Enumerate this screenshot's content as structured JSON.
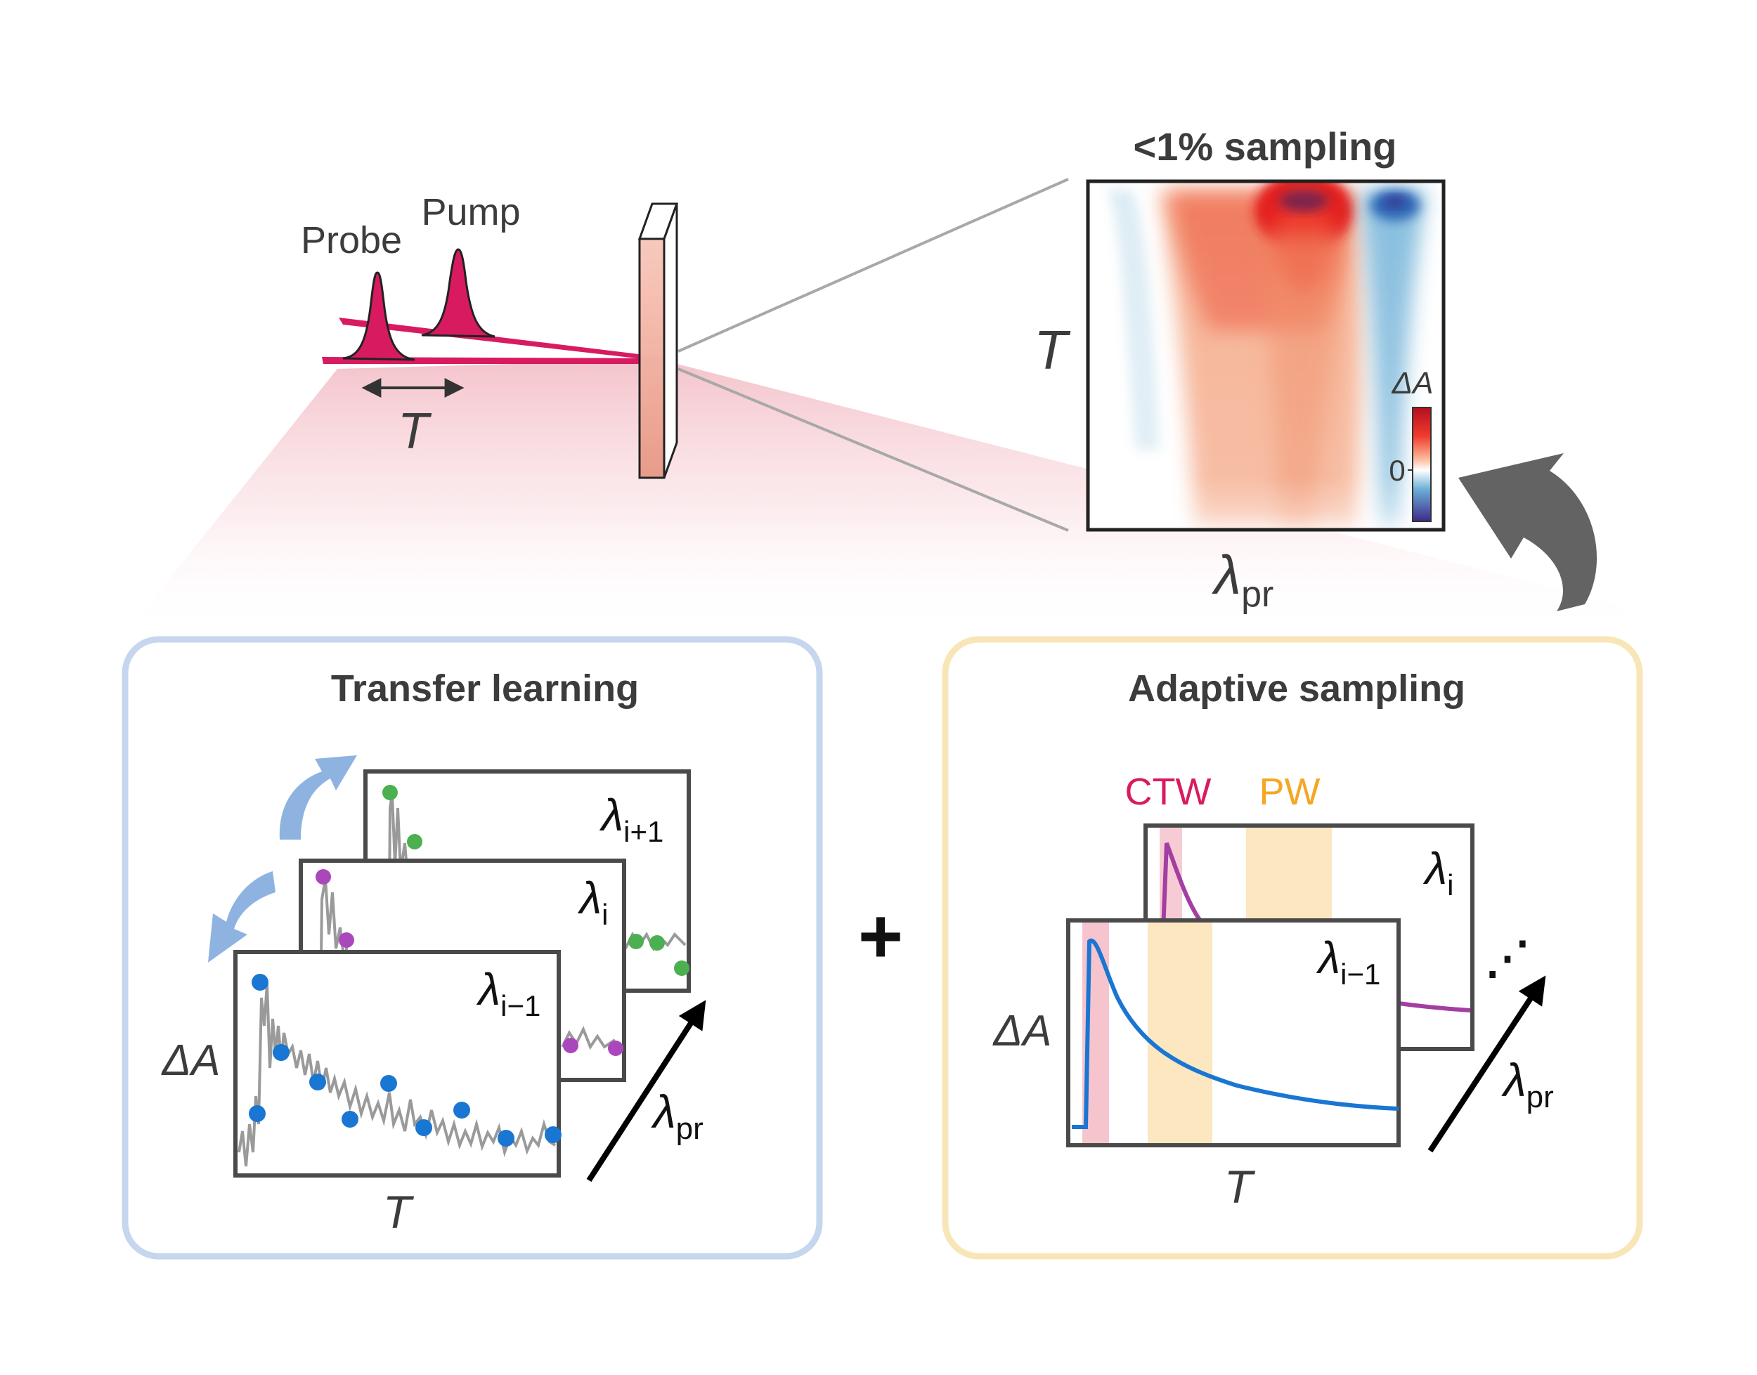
{
  "setup": {
    "probe_label": "Probe",
    "pump_label": "Pump",
    "delay_label": "T",
    "pulse_color": "#d81b60"
  },
  "map": {
    "title": "<1% sampling",
    "y_label": "T",
    "x_label_main": "λ",
    "x_label_sub": "pr",
    "colorbar_label": "ΔA",
    "colorbar_zero": "0"
  },
  "transfer": {
    "title": "Transfer learning",
    "frame_labels": [
      {
        "main": "λ",
        "sub": "i+1"
      },
      {
        "main": "λ",
        "sub": "i"
      },
      {
        "main": "λ",
        "sub": "i−1"
      }
    ],
    "y_label": "ΔA",
    "x_label": "T",
    "arrow_main": "λ",
    "arrow_sub": "pr",
    "point_colors": [
      "#4caf50",
      "#ab47bc",
      "#1976d2"
    ],
    "border_color": "#c5d6ee"
  },
  "plus": "+",
  "adaptive": {
    "title": "Adaptive sampling",
    "ctw_label": "CTW",
    "pw_label": "PW",
    "ctw_color": "#d81b60",
    "pw_color": "#f5a623",
    "frame_labels": [
      {
        "main": "λ",
        "sub": "i"
      },
      {
        "main": "λ",
        "sub": "i−1"
      }
    ],
    "y_label": "ΔA",
    "x_label": "T",
    "arrow_main": "λ",
    "arrow_sub": "pr",
    "dots": "⋰",
    "border_color": "#f8e6b8"
  }
}
